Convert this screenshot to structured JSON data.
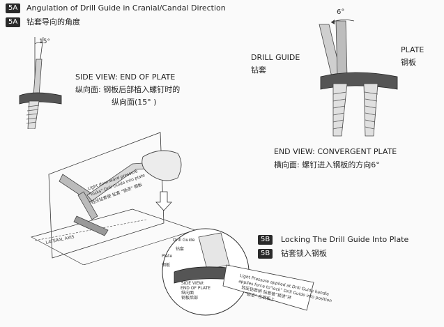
{
  "header": {
    "badge_5a": "5A",
    "title_en": "Angulation of Drill Guide in Cranial/Candal Direction",
    "title_cn": "钻套导向的角度"
  },
  "side_view": {
    "angle": "15°",
    "label_en": "SIDE VIEW: END OF PLATE",
    "label_cn_1": "纵向面: 钢板后部植入螺钉时的",
    "label_cn_2": "纵向面(15°  )"
  },
  "end_view": {
    "angle": "6°",
    "drill_guide_en": "DRILL GUIDE",
    "drill_guide_cn": "钻套",
    "plate_en": "PLATE",
    "plate_cn": "钢板",
    "label_en": "END VIEW: CONVERGENT PLATE",
    "label_cn": "横向面: 螺钉进入钢板的方向6°"
  },
  "center": {
    "pressure_note_1": "Light downward pressure",
    "pressure_note_2": "\"locks\" Drill Guide into plate",
    "pressure_note_3": "轻压钻套使 钻套 \"锁进\" 钢板",
    "lateral_axis": "LATERAL AXIS"
  },
  "detail": {
    "drill_guide_en": "Drill Guide",
    "drill_guide_cn": "钻套",
    "plate_en": "Plate",
    "plate_cn": "钢板",
    "side_view_1": "SIDE VIEW:",
    "side_view_2": "END OF PLATE",
    "side_view_3": "纵向面",
    "side_view_4": "钢板后部",
    "callout_1": "Light Pressure applied at Drill Guide handle",
    "callout_2": "applies force to\"lock\" Drill Guide into position",
    "callout_3": "轻压钻套柄 钻套被\"锁进\"并",
    "callout_4": "\"锁定\" 在钢板上"
  },
  "section_5b": {
    "badge": "5B",
    "title_en": "Locking The Drill Guide Into Plate",
    "title_cn": "钻套锁入钢板"
  }
}
